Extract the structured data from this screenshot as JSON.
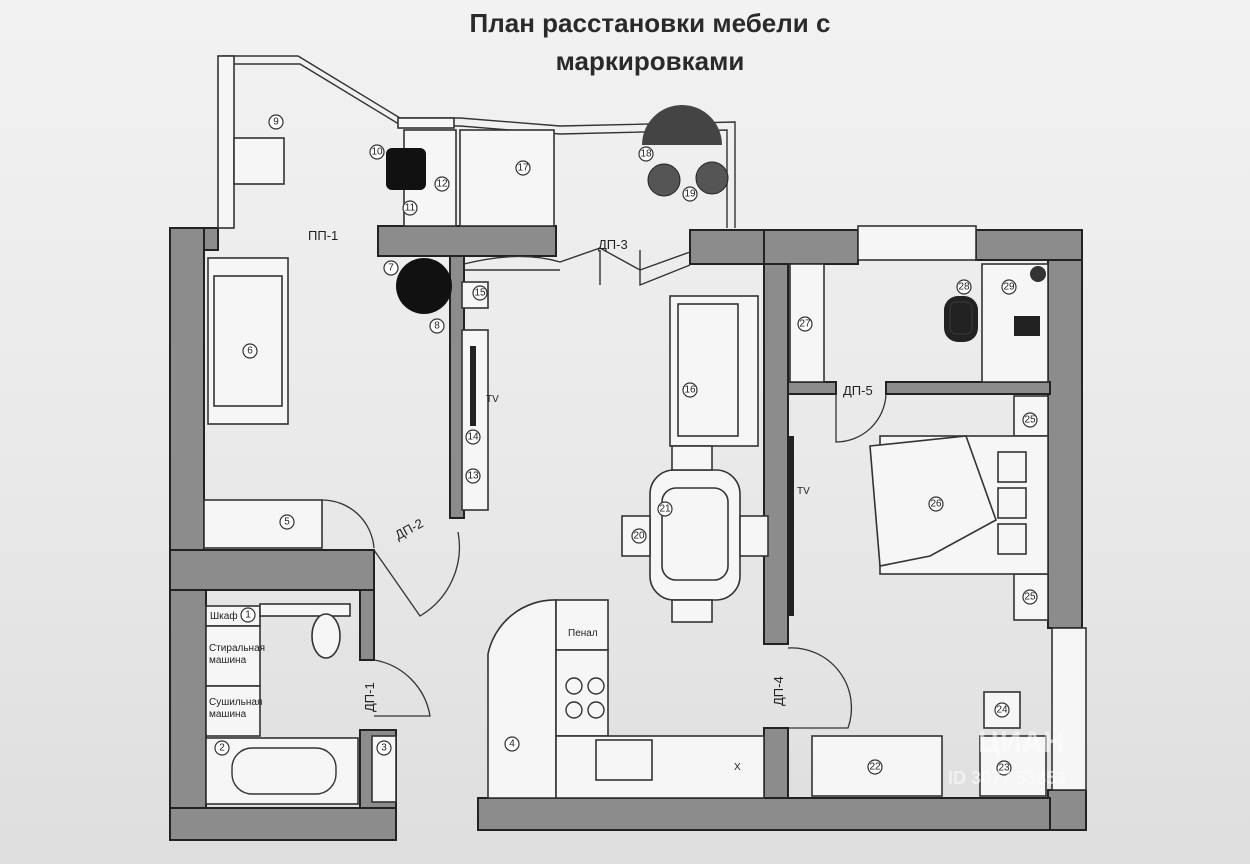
{
  "title": {
    "line1": "План расстановки мебели с",
    "line2": "маркировками"
  },
  "doors": {
    "pp1": "ПП-1",
    "dp1": "ДП-1",
    "dp2": "ДП-2",
    "dp3": "ДП-3",
    "dp4": "ДП-4",
    "dp5": "ДП-5"
  },
  "labels": {
    "tv": "TV",
    "shkaf": "Шкаф",
    "washer_1": "Стиральная",
    "washer_2": "машина",
    "dryer_1": "Сушильная",
    "dryer_2": "машина",
    "penal": "Пенал",
    "x_mark": "X"
  },
  "markers": [
    "1",
    "2",
    "3",
    "4",
    "5",
    "6",
    "7",
    "8",
    "9",
    "10",
    "11",
    "12",
    "13",
    "14",
    "15",
    "16",
    "17",
    "18",
    "19",
    "20",
    "21",
    "22",
    "23",
    "24",
    "25",
    "26",
    "27",
    "28",
    "29"
  ],
  "watermark": {
    "brand": "ЦИАН",
    "id": "ID 3077 53853"
  },
  "colors": {
    "wall": "#8c8c8c",
    "paper": "#ececec",
    "ink": "#222222"
  }
}
